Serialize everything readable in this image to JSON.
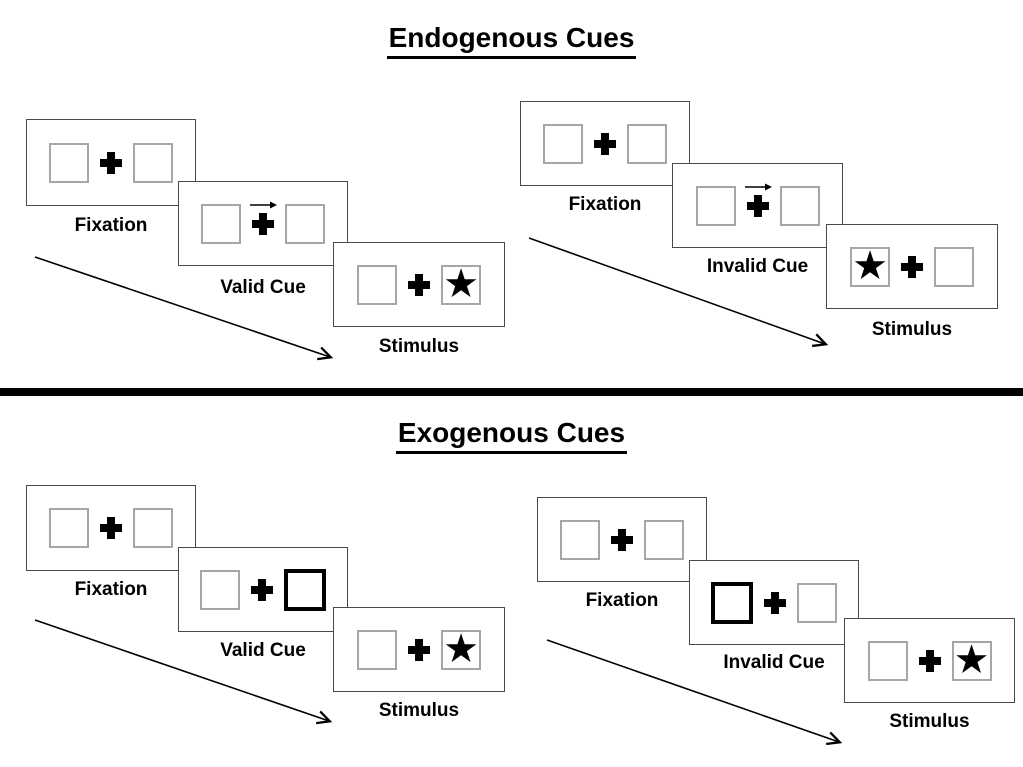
{
  "colors": {
    "background": "#ffffff",
    "ink": "#000000",
    "panel_border": "#4a4a4a",
    "box_border": "#a6a6a6"
  },
  "glyphs": {
    "star": "★"
  },
  "sections": [
    {
      "title": "Endogenous Cues",
      "groups": [
        {
          "name": "valid-cue-trial",
          "panels": [
            {
              "label": "Fixation"
            },
            {
              "label": "Valid Cue"
            },
            {
              "label": "Stimulus"
            }
          ]
        },
        {
          "name": "invalid-cue-trial",
          "panels": [
            {
              "label": "Fixation"
            },
            {
              "label": "Invalid Cue"
            },
            {
              "label": "Stimulus"
            }
          ]
        }
      ]
    },
    {
      "title": "Exogenous Cues",
      "groups": [
        {
          "name": "valid-cue-trial",
          "panels": [
            {
              "label": "Fixation"
            },
            {
              "label": "Valid Cue"
            },
            {
              "label": "Stimulus"
            }
          ]
        },
        {
          "name": "invalid-cue-trial",
          "panels": [
            {
              "label": "Fixation"
            },
            {
              "label": "Invalid Cue"
            },
            {
              "label": "Stimulus"
            }
          ]
        }
      ]
    }
  ]
}
